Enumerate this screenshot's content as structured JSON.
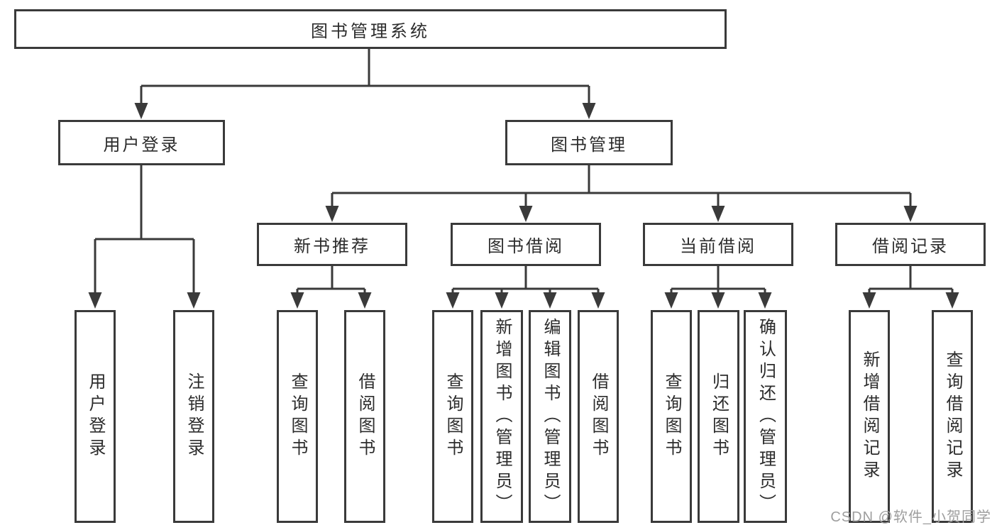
{
  "tree": {
    "label": "图书管理系统",
    "children": [
      {
        "label": "用户登录",
        "children": [
          {
            "label": "用户登录"
          },
          {
            "label": "注销登录"
          }
        ]
      },
      {
        "label": "图书管理",
        "children": [
          {
            "label": "新书推荐",
            "children": [
              {
                "label": "查询图书"
              },
              {
                "label": "借阅图书"
              }
            ]
          },
          {
            "label": "图书借阅",
            "children": [
              {
                "label": "查询图书"
              },
              {
                "label": "新增图书（管理员）"
              },
              {
                "label": "编辑图书（管理员）"
              },
              {
                "label": "借阅图书"
              }
            ]
          },
          {
            "label": "当前借阅",
            "children": [
              {
                "label": "查询图书"
              },
              {
                "label": "归还图书"
              },
              {
                "label": "确认归还（管理员）"
              }
            ]
          },
          {
            "label": "借阅记录",
            "children": [
              {
                "label": "新增借阅记录"
              },
              {
                "label": "查询借阅记录"
              }
            ]
          }
        ]
      }
    ]
  },
  "watermark": {
    "text": "CSDN @软件_小贺同学"
  },
  "colors": {
    "line": "#3a3a3a",
    "text": "#2c2c2c",
    "watermark": "#9e9e9e",
    "background": "#ffffff"
  }
}
